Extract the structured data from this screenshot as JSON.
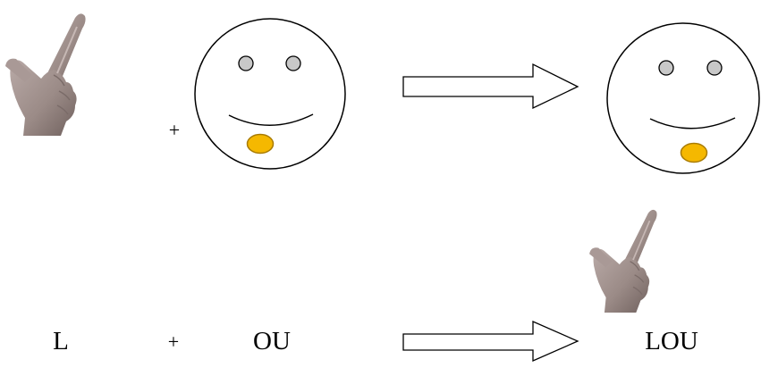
{
  "top_row": {
    "plus_sign": "+"
  },
  "bottom_row": {
    "left_letter": "L",
    "plus_sign": "+",
    "right_letters": "OU",
    "result": "LOU"
  },
  "icons": {
    "hand": "pointing-hand-icon",
    "face": "smiley-face-icon",
    "arrow": "right-arrow-icon"
  },
  "colors": {
    "eye": "#c8c8c8",
    "mouth_oval": "#f5b800",
    "mouth_oval_stroke": "#a87b00",
    "hand_skin": "#9a8a86",
    "outline": "#000000"
  }
}
